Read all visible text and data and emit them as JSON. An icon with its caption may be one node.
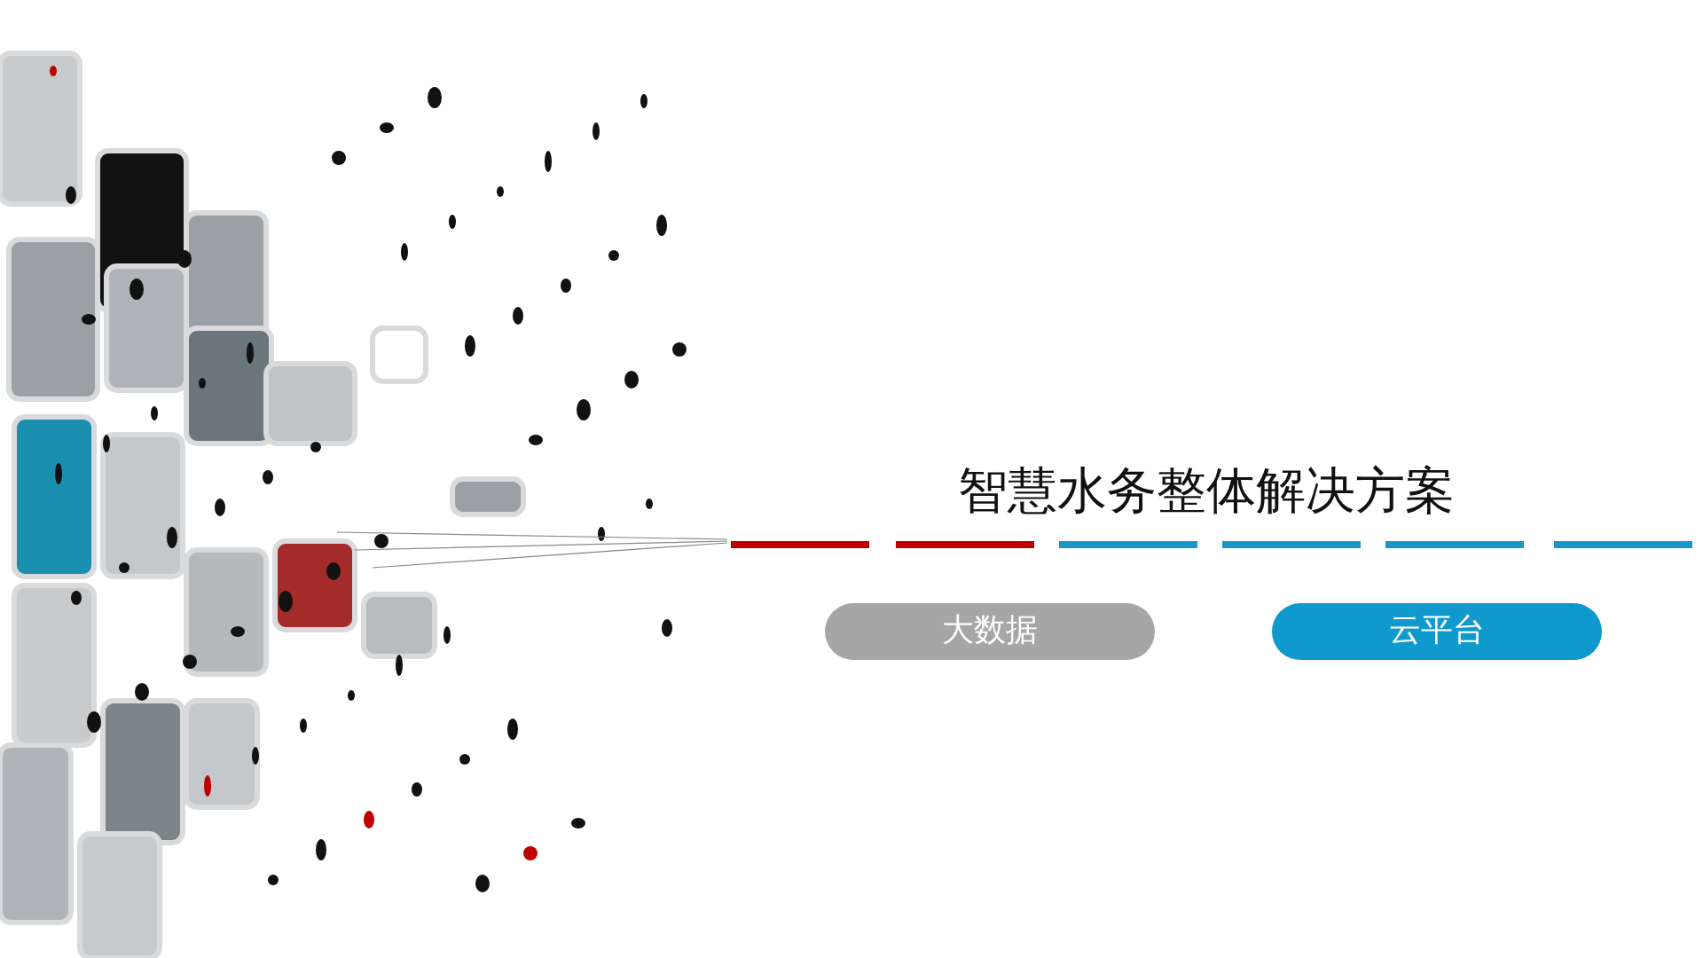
{
  "diagram": {
    "title": "智慧水务整体解决方案",
    "nodes": [
      {
        "text": [
          "大数据"
        ]
      },
      {
        "text": [
          "云平台"
        ]
      }
    ]
  }
}
